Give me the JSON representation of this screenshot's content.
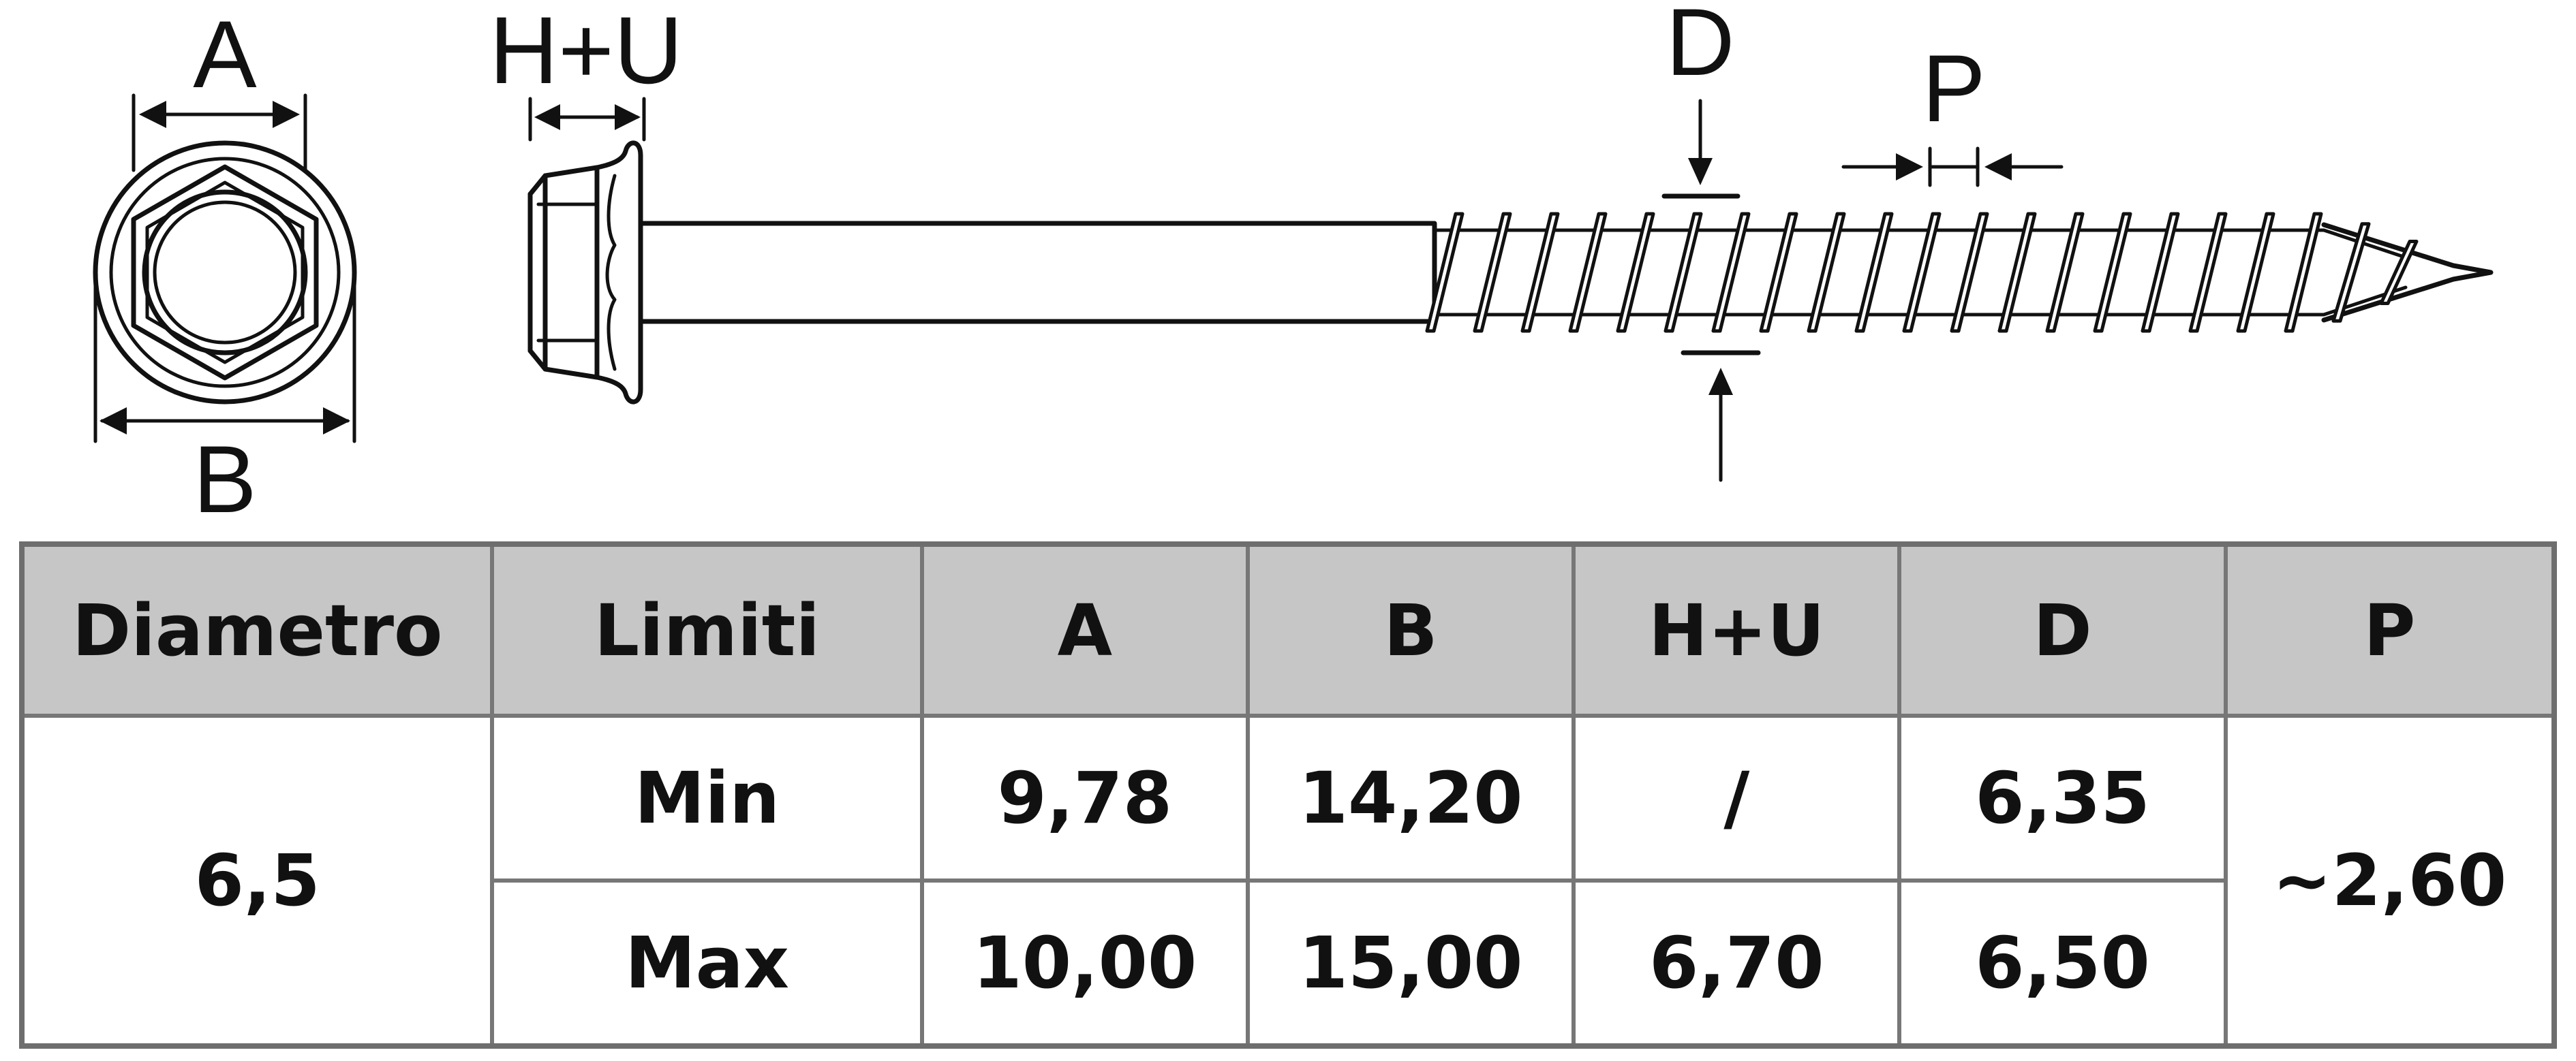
{
  "drawing": {
    "labels": {
      "a": "A",
      "b": "B",
      "hu": "H+U",
      "d": "D",
      "p": "P"
    }
  },
  "table": {
    "headers": [
      "Diametro",
      "Limiti",
      "A",
      "B",
      "H+U",
      "D",
      "P"
    ],
    "diameter": "6,5",
    "pitch": "~2,60",
    "rows": [
      {
        "limit": "Min",
        "a": "9,78",
        "b": "14,20",
        "hu": "/",
        "d": "6,35"
      },
      {
        "limit": "Max",
        "a": "10,00",
        "b": "15,00",
        "hu": "6,70",
        "d": "6,50"
      }
    ]
  }
}
